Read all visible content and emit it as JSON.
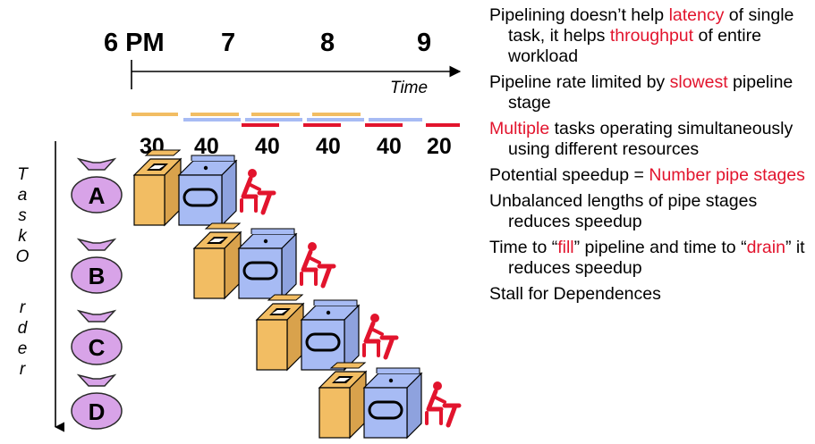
{
  "time_header": {
    "labels": [
      "6 PM",
      "7",
      "8",
      "9"
    ],
    "axis_label": "Time"
  },
  "stage_durations": [
    "30",
    "40",
    "40",
    "40",
    "40",
    "20"
  ],
  "task_order_label": [
    "T",
    "a",
    "s",
    "k",
    "O",
    "r",
    "d",
    "e",
    "r"
  ],
  "tasks": [
    "A",
    "B",
    "C",
    "D"
  ],
  "bullets": [
    {
      "parts": [
        {
          "t": "Pipelining doesn’t help "
        },
        {
          "t": "latency",
          "c": "red"
        },
        {
          "t": " of single task, it helps "
        },
        {
          "t": "throughput",
          "c": "red"
        },
        {
          "t": " of entire workload"
        }
      ]
    },
    {
      "parts": [
        {
          "t": "Pipeline rate limited by "
        },
        {
          "t": "slowest",
          "c": "red"
        },
        {
          "t": " pipeline stage"
        }
      ]
    },
    {
      "parts": [
        {
          "t": "Multiple",
          "c": "red"
        },
        {
          "t": " tasks operating simultaneously using different resources"
        }
      ]
    },
    {
      "parts": [
        {
          "t": "Potential speedup = "
        },
        {
          "t": "Number pipe stages",
          "c": "red"
        }
      ]
    },
    {
      "parts": [
        {
          "t": "Unbalanced lengths of pipe stages reduces speedup"
        }
      ]
    },
    {
      "parts": [
        {
          "t": "Time to “"
        },
        {
          "t": "fill",
          "c": "red"
        },
        {
          "t": "” pipeline and time to “"
        },
        {
          "t": "drain",
          "c": "red"
        },
        {
          "t": "” it reduces speedup"
        }
      ]
    },
    {
      "parts": [
        {
          "t": "Stall for Dependences"
        }
      ]
    }
  ],
  "colors": {
    "washer": "#f2bd63",
    "dryer": "#a7bbf4",
    "folder": "#e2142d",
    "bag": "#d8a3e8",
    "bag_outline": "#2a2a2a",
    "text_red": "#e2142d"
  }
}
